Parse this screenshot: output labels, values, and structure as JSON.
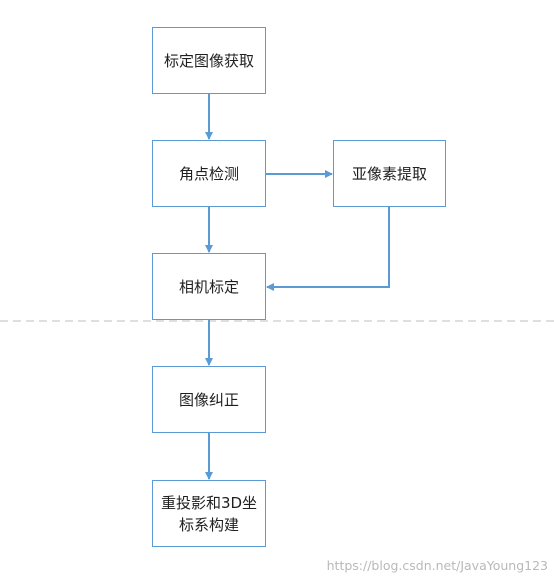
{
  "nodes": [
    {
      "id": "b1",
      "label": "标定图像获取"
    },
    {
      "id": "b2",
      "label": "角点检测"
    },
    {
      "id": "b3",
      "label": "亚像素提取"
    },
    {
      "id": "b4",
      "label": "相机标定"
    },
    {
      "id": "b5",
      "label": "图像纠正"
    },
    {
      "id": "b6",
      "label": "重投影和3D坐\n标系构建"
    }
  ],
  "edges": [
    {
      "from": "b1",
      "to": "b2"
    },
    {
      "from": "b2",
      "to": "b3"
    },
    {
      "from": "b2",
      "to": "b4"
    },
    {
      "from": "b3",
      "to": "b4"
    },
    {
      "from": "b4",
      "to": "b5"
    },
    {
      "from": "b5",
      "to": "b6"
    }
  ],
  "colors": {
    "accent": "#5b9bd5",
    "separator": "#bfbfbf"
  },
  "watermark": "https://blog.csdn.net/JavaYoung123"
}
